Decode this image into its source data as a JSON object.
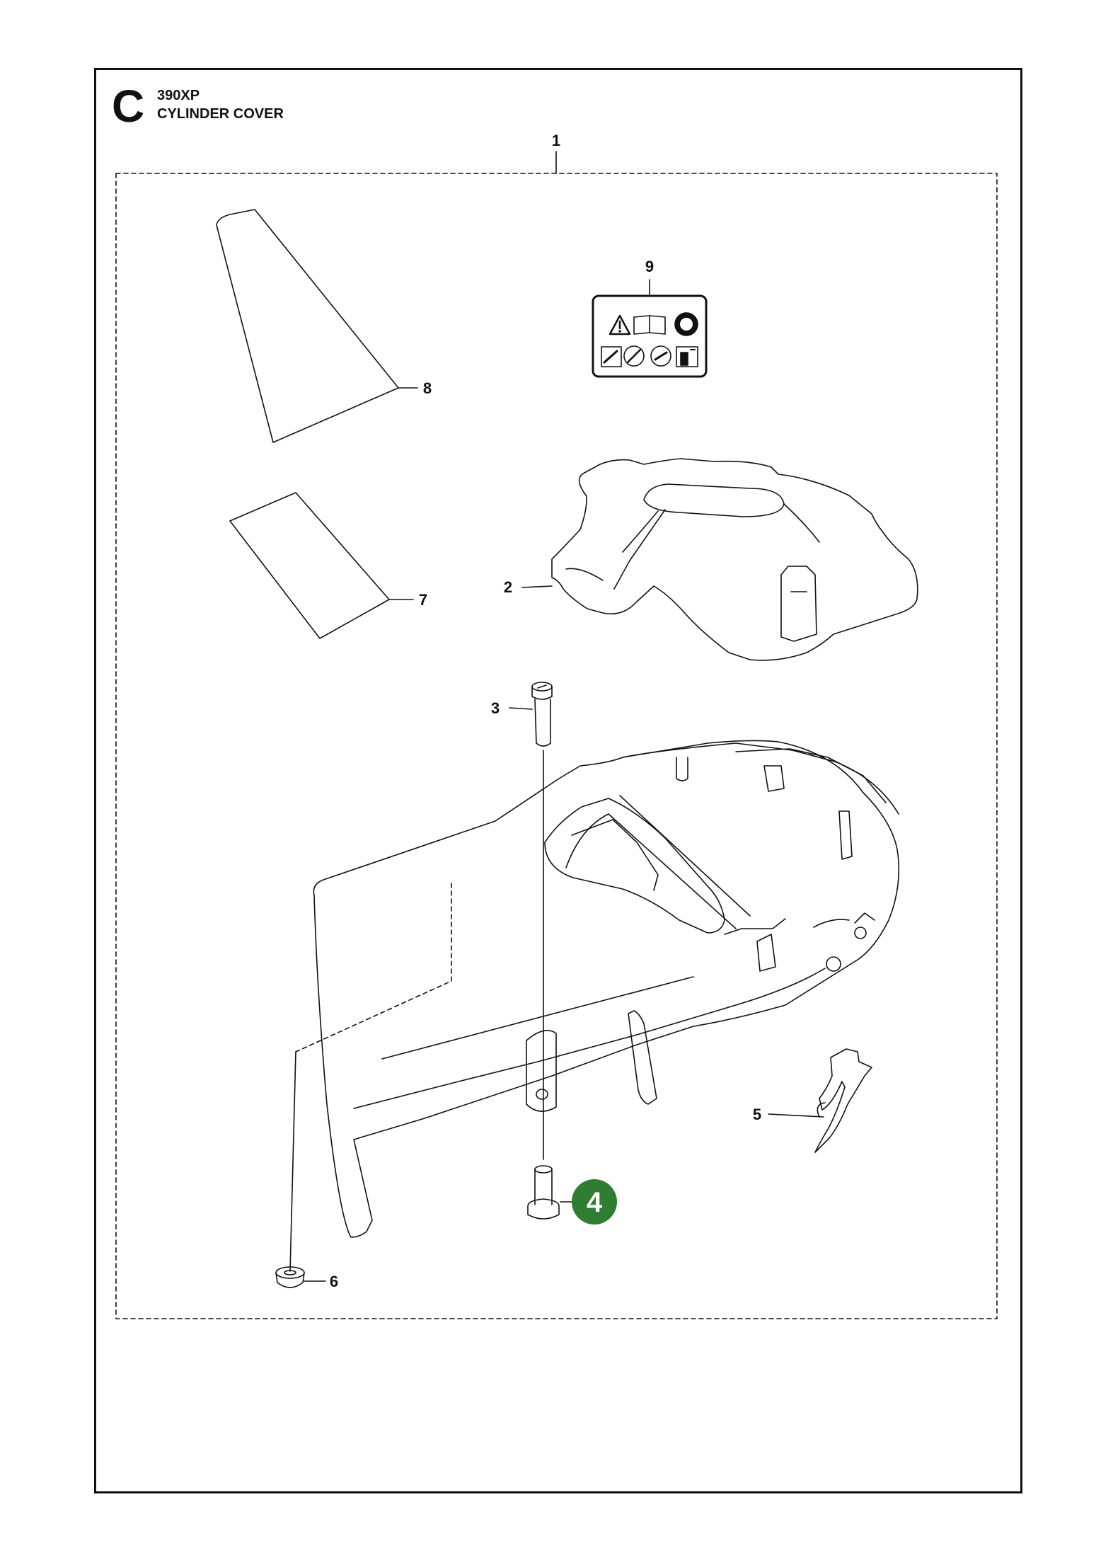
{
  "header": {
    "section_letter": "C",
    "model": "390XP",
    "title": "CYLINDER COVER"
  },
  "callouts": {
    "c1": "1",
    "c2": "2",
    "c3": "3",
    "c4": "4",
    "c5": "5",
    "c6": "6",
    "c7": "7",
    "c8": "8",
    "c9": "9"
  },
  "colors": {
    "line": "#111111",
    "highlight": "#2e7d32",
    "highlight_text": "#ffffff"
  },
  "icons": [
    "warning-triangle-icon",
    "manual-book-icon",
    "ear-eye-protection-icon",
    "kickback-icon",
    "chain-icon",
    "chainsaw-icon",
    "operator-icon"
  ]
}
